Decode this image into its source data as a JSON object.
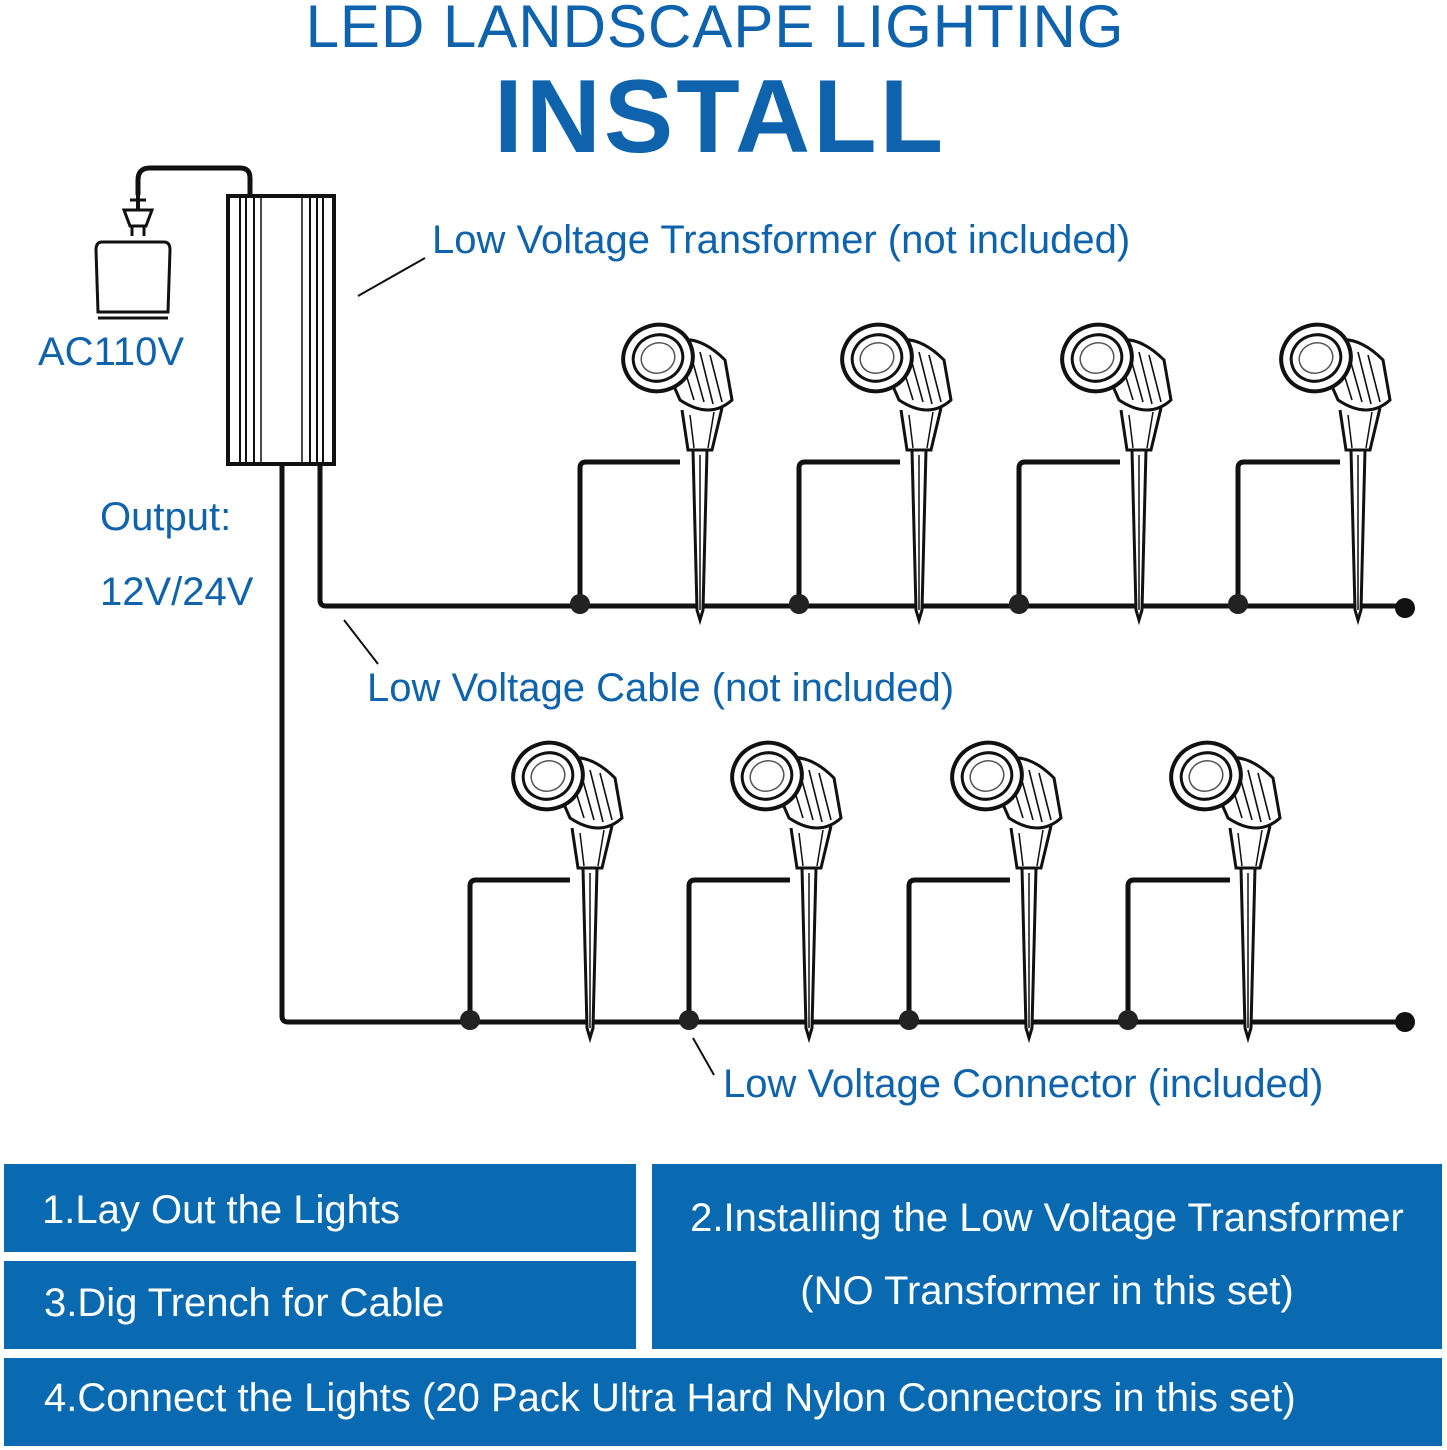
{
  "header": {
    "subtitle": "LED LANDSCAPE LIGHTING",
    "title": "INSTALL"
  },
  "labels": {
    "transformer": "Low Voltage Transformer (not included)",
    "power_source": "AC110V",
    "output_label": "Output:",
    "output_value": "12V/24V",
    "cable": "Low Voltage Cable (not included)",
    "connector": "Low Voltage Connector (included)"
  },
  "steps": {
    "step1": "1.Lay Out the Lights",
    "step2_line1": "2.Installing the Low Voltage Transformer",
    "step2_line2": "(NO Transformer in this set)",
    "step3": "3.Dig Trench for Cable",
    "step4": "4.Connect the Lights (20 Pack Ultra Hard Nylon Connectors in this set)"
  },
  "colors": {
    "accent_blue": "#0f63ad",
    "box_blue": "#0a6ab1",
    "line": "#111111"
  },
  "icons": [
    "power-plug-icon",
    "wall-socket-icon",
    "transformer-icon",
    "spotlight-icon",
    "connector-dot-icon"
  ]
}
